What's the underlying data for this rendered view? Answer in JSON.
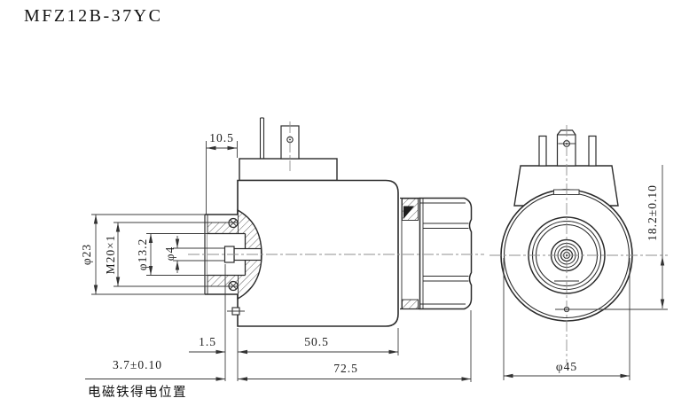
{
  "title": "MFZ12B-37YC",
  "note": "电磁铁得电位置",
  "colors": {
    "background": "#ffffff",
    "part_line": "#2b2b2b",
    "dim_line": "#3d3d3d",
    "centerline": "#8f8f8f",
    "text": "#1c1c1c"
  },
  "side_view": {
    "dimensions": {
      "top_width": "10.5",
      "outer_diameter": "φ23",
      "thread": "M20×1",
      "bore_diameter": "φ13.2",
      "pin_diameter": "φ4",
      "pin_offset": "1.5",
      "coil_length": "50.5",
      "energized_position": "3.7±0.10",
      "overall_length": "72.5"
    }
  },
  "front_view": {
    "dimensions": {
      "hole_offset": "18.2±0.10",
      "outer_diameter": "φ45"
    }
  }
}
